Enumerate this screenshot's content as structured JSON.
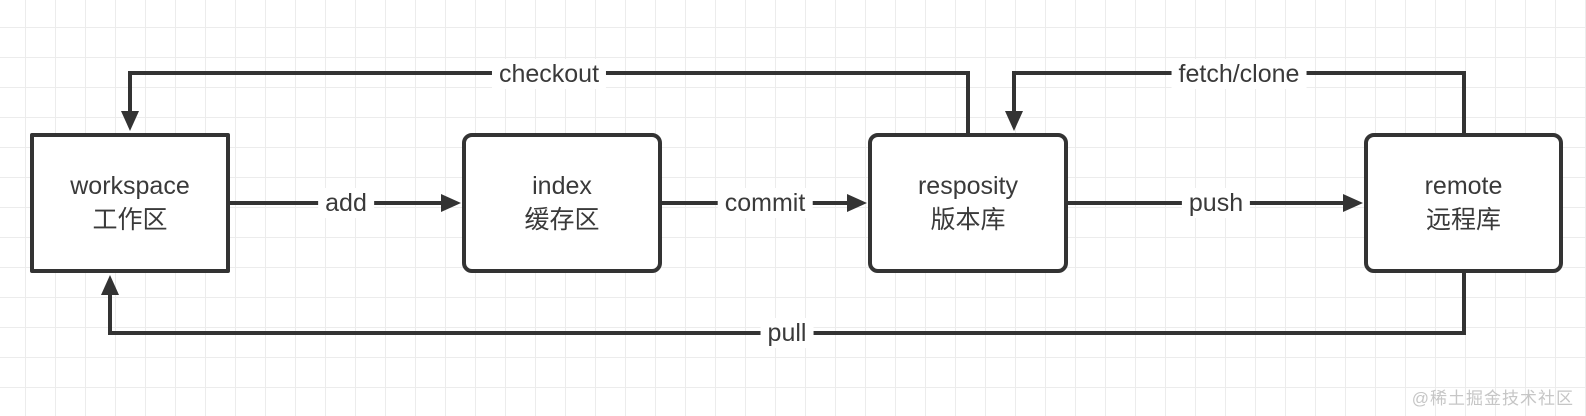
{
  "diagram": {
    "nodes": [
      {
        "title": "workspace",
        "subtitle": "工作区"
      },
      {
        "title": "index",
        "subtitle": "缓存区"
      },
      {
        "title": "resposity",
        "subtitle": "版本库"
      },
      {
        "title": "remote",
        "subtitle": "远程库"
      }
    ],
    "edges": [
      {
        "label": "add",
        "from": "workspace",
        "to": "index"
      },
      {
        "label": "commit",
        "from": "index",
        "to": "resposity"
      },
      {
        "label": "push",
        "from": "resposity",
        "to": "remote"
      },
      {
        "label": "checkout",
        "from": "resposity",
        "to": "workspace"
      },
      {
        "label": "fetch/clone",
        "from": "remote",
        "to": "resposity"
      },
      {
        "label": "pull",
        "from": "remote",
        "to": "workspace"
      }
    ],
    "colors": {
      "line": "#333333",
      "text": "#3a3a3a",
      "grid": "#ececec",
      "background": "#ffffff",
      "watermark": "#c6c6c6"
    }
  },
  "watermark": {
    "text": "@稀土掘金技术社区"
  }
}
